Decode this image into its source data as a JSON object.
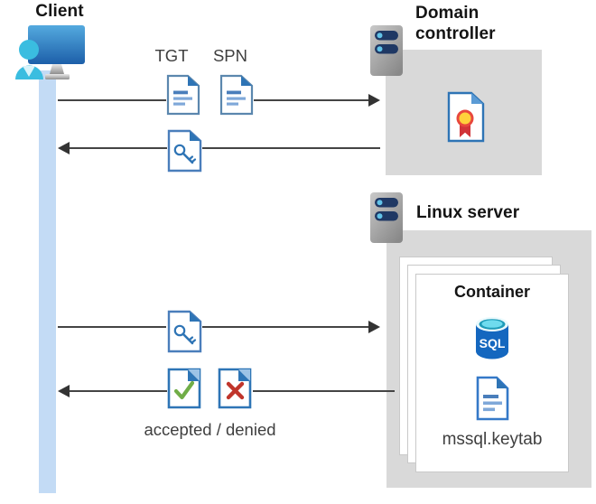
{
  "client": {
    "label": "Client"
  },
  "domain_controller": {
    "line1": "Domain",
    "line2": "controller"
  },
  "linux_server": {
    "label": "Linux server"
  },
  "container": {
    "label": "Container",
    "sql_label": "SQL",
    "keytab_label": "mssql.keytab"
  },
  "flow": {
    "tgt_label": "TGT",
    "spn_label": "SPN",
    "result_label": "accepted / denied"
  },
  "icons": {
    "client-icon": "monitor with user silhouette",
    "server-icon": "gray server tower with two navy status bars",
    "ticket-doc-icon": "document with folded corner and text lines",
    "key-doc-icon": "document with key glyph (service ticket)",
    "certificate-icon": "document with award seal ribbon",
    "check-doc-icon": "document with green check mark",
    "cross-doc-icon": "document with red cross",
    "sql-database-icon": "blue cylinder labeled SQL",
    "keytab-doc-icon": "document with text lines (keytab file)"
  },
  "colors": {
    "box_gray": "#d9d9d9",
    "lifeline_blue": "#c3dbf5",
    "arrow_dark": "#444444",
    "doc_border_steel": "#5b87ae",
    "doc_fold_blue": "#2e74b5",
    "doc_bar_blue": "#4a7ebb",
    "doc_bar_light": "#7fa8d9",
    "fold_light_blue": "#9dc3e6",
    "check_green": "#70ad47",
    "cross_red": "#c0352b",
    "seal_yellow": "#ffd23b",
    "seal_ring_red": "#e8483d",
    "ribbon_red": "#d13438",
    "sql_body_blue": "#1467bf",
    "sql_top_cyan": "#1e9bb8",
    "server_bar_navy": "#1f3864",
    "server_dot_cyan": "#62c3e8",
    "monitor_blue_top": "#54aadf",
    "monitor_blue_bottom": "#1d5fa9",
    "person_cyan": "#3abde0"
  }
}
